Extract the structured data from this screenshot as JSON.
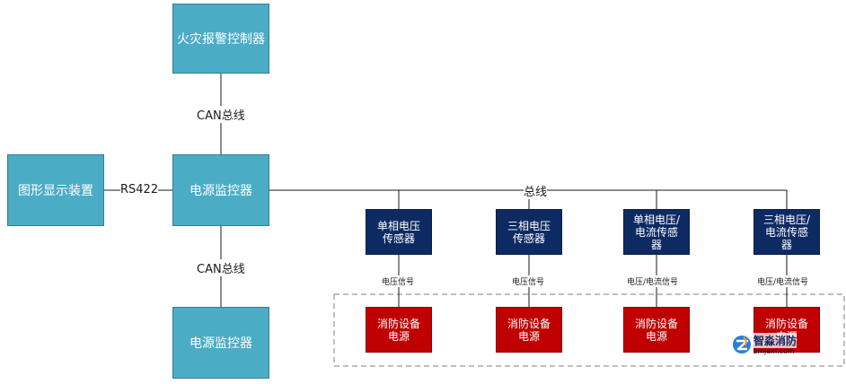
{
  "diagram": {
    "nodes": {
      "fire_alarm_controller": "火灾报警控制器",
      "graphic_display": "图形显示装置",
      "power_monitor_main": "电源监控器",
      "power_monitor_sub": "电源监控器",
      "sensor_1": "单相电压\n传感器",
      "sensor_2": "三相电压\n传感器",
      "sensor_3": "单相电压/\n电流传感\n器",
      "sensor_4": "三相电压/\n电流传感\n器",
      "supply_1": "消防设备\n电源",
      "supply_2": "消防设备\n电源",
      "supply_3": "消防设备\n电源",
      "supply_4": "消防设备\n电源"
    },
    "edge_labels": {
      "can_top": "CAN总线",
      "can_bottom": "CAN总线",
      "rs422": "RS422",
      "bus": "总线",
      "signal_1": "电压信号",
      "signal_2": "电压信号",
      "signal_3": "电压/电流信号",
      "signal_4": "电压/电流信号"
    },
    "colors": {
      "controller_fill": "#4bacc6",
      "sensor_fill": "#0e2a63",
      "supply_fill": "#c00000",
      "line": "#1a1a1a",
      "dashed_border": "#7f7f7f"
    }
  },
  "watermark": {
    "name": "智淼消防",
    "url": "zmjaxf.com"
  }
}
